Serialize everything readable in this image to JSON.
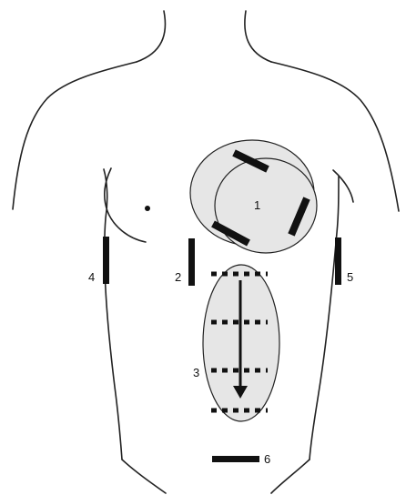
{
  "diagram": {
    "labels": {
      "site1": "1",
      "site2": "2",
      "site3": "3",
      "site4": "4",
      "site5": "5",
      "site6": "6"
    },
    "colors": {
      "ink": "#111111",
      "region_fill": "#e6e6e6",
      "body_outline": "#222222",
      "background": "#ffffff"
    }
  }
}
